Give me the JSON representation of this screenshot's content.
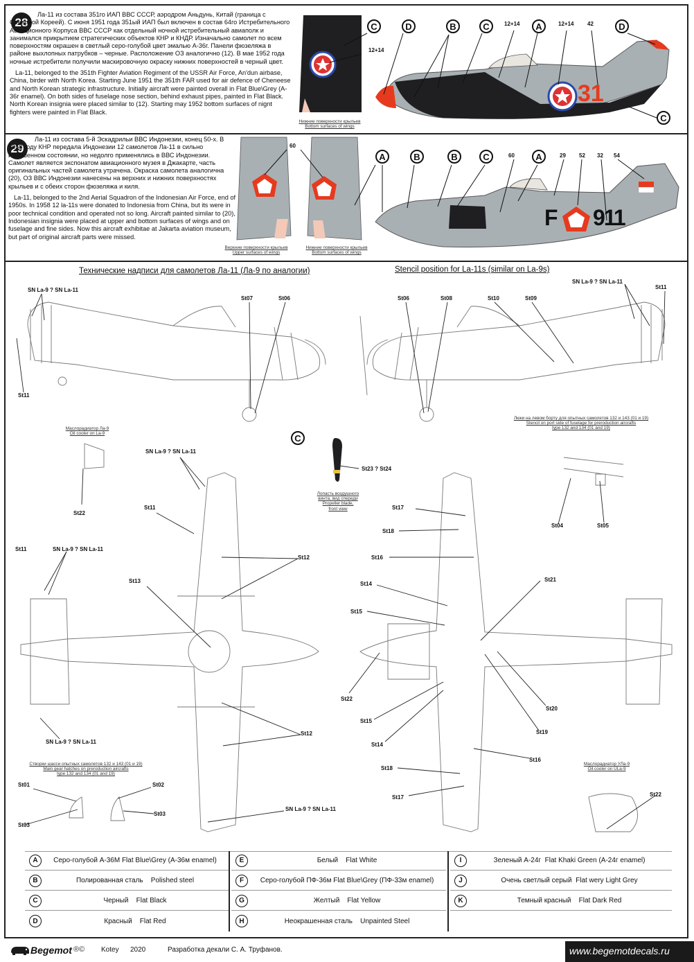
{
  "profiles": [
    {
      "number": "28",
      "text_ru": "Ла-11 из состава 351го ИАП ВВС СССР, аэродром Аньдунь, Китай (граница с Северной Кореей). С июня 1951 года 351ый ИАП был включен в состав 64го Истребительного Авиационного Корпуса ВВС СССР как отдельный ночной истребительный авиаполк и занимался прикрытием стратегических объектов КНР и КНДР. Изначально самолет по всем поверхностям окрашен в светлый серо-голубой цвет эмалью А-36г. Панели фюзеляжа в районе выхлопных патрубков – черные. Расположение ОЗ аналогично (12). В мае 1952 года ночные истребители получили маскировочную окраску нижних поверхностей в черный цвет.",
      "text_en": "La-11, belonged to the 351th Fighter Aviation Regiment of the USSR Air Force, An'dun airbase, China, birder with North Korea. Starting June 1951 the 351th FAR used for air defence of Cheneese and North Korean strategic infrastructure. Initially aircraft were painted overall in Flat Blue\\Grey (A-36г enamel). On both sides of fuselage nose section, behind exhaust pipes, painted in Flat Black. North Korean insignia were placed similar to (12). Starting may 1952 bottom surfaces of nignt fighters were painted in Flat Black.",
      "wing_caption": "Нижние поверхности крыльев\nBottom surfaces of wings",
      "callouts": [
        "C",
        "D",
        "B",
        "C",
        "A",
        "D",
        "C"
      ],
      "numbers": [
        "12+14",
        "12+14",
        "12+14",
        "42"
      ],
      "fuselage_code": "31"
    },
    {
      "number": "29",
      "text_ru": "Ла-11 из состава 5-й Эскадрильи ВВС Индонезии, конец 50-х. В 1958 году КНР передала Индонезии 12 самолетов Ла-11 в сильно изношенном состоянии, но недолго применялись в ВВС Индонезии. Самолет является экспонатом авиационного музея в Джакарте, часть оригинальных частей самолета утрачена. Окраска самолета аналогична (20), ОЗ ВВС Индонезии нанесены на верхних и нижних поверхностях крыльев и с обеих сторон фюзеляжа и киля.",
      "text_en": "La-11, belonged to the 2nd Aerial Squadron of the Indonesian Air Force, end of 1950s. In 1958 12 la-11s were donated to Indonesia from China, but its were in poor technical condition and operated not so long. Aircraft painted similar to (20), Indonesian insignia were placed at upper and bottom surfaces of wings and on fuselage and fine sides. Now this aircraft exhibitae at Jakarta aviation museum, but part of original aircraft parts were missed.",
      "upper_caption": "Верхние поверхности крыльев\nUpper surfaces of wings",
      "lower_caption": "Нижние поверхности крыльев\nBottom surfaces of wings",
      "callouts": [
        "A",
        "B",
        "B",
        "C",
        "A"
      ],
      "numbers": [
        "60",
        "60",
        "29",
        "52",
        "32",
        "54"
      ],
      "fuselage_code_left": "F",
      "fuselage_code_right": "911"
    }
  ],
  "stencils": {
    "title_ru": "Технические надписи для самолетов Ла-11 (Ла-9 по аналогии)",
    "title_en": "Stencil position for  La-11s (similar on La-9s)",
    "sn": "SN La-9 ? SN La-11",
    "labels": {
      "st01": "St01",
      "st02": "St02",
      "st03": "St03",
      "st04": "St04",
      "st05": "St05",
      "st06": "St06",
      "st07": "St07",
      "st08": "St08",
      "st09": "St09",
      "st10": "St10",
      "st11": "St11",
      "st12": "St12",
      "st13": "St13",
      "st14": "St14",
      "st15": "St15",
      "st16": "St16",
      "st17": "St17",
      "st18": "St18",
      "st19": "St19",
      "st20": "St20",
      "st21": "St21",
      "st22": "St22",
      "st23_24": "St23 ? St24"
    },
    "captions": {
      "oil_la9": "Маслорадиатор Ла-9\nOil cooler on La-9",
      "oil_ula9": "Маслорадиатор УЛа-9\nOil cooler on ULa-9",
      "hatches": "Люки на левом борту для опытных самолетов 132 и 143 (01 и 19)\nStencil on port side of fuselage for preroduction aircrafts\ntype 132 and 134 (01 and 19)",
      "gear": "Створки шасси опытных самолетов 132 и 143 (01 и 19)\nMain gear hatches on preroduction aircrafts\ntype 132 and 134 (01 and 19)",
      "prop": "Лопасть воздушного\nвинта, вид спереди\nPropeller blade,\nfront view",
      "prop_letter": "C"
    }
  },
  "legend": [
    {
      "key": "A",
      "ru": "Серо-голубой А-36М",
      "en": "Flat Blue\\Grey (А-36м enamel)"
    },
    {
      "key": "B",
      "ru": "Полированная сталь",
      "en": "Polished steel"
    },
    {
      "key": "C",
      "ru": "Черный",
      "en": "Flat Black"
    },
    {
      "key": "D",
      "ru": "Красный",
      "en": "Flat Red"
    },
    {
      "key": "E",
      "ru": "Белый",
      "en": "Flat White"
    },
    {
      "key": "F",
      "ru": "Серо-голубой ПФ-36м",
      "en": "Flat Blue\\Grey (ПФ-33м enamel)"
    },
    {
      "key": "G",
      "ru": "Желтый",
      "en": "Flat Yellow"
    },
    {
      "key": "H",
      "ru": "Неокрашенная сталь",
      "en": "Unpainted Steel"
    },
    {
      "key": "I",
      "ru": "Зеленый А-24г",
      "en": "Flat Khaki Green (А-24г enamel)"
    },
    {
      "key": "J",
      "ru": "Очень светлый серый",
      "en": "Flat wery Light Grey"
    },
    {
      "key": "K",
      "ru": "Темный красный",
      "en": "Flat Dark Red"
    }
  ],
  "footer": {
    "brand": "Begemot",
    "marks": "®©",
    "author": "Kotey",
    "year": "2020",
    "credit": "Разработка декали С. А. Труфанов.",
    "url": "www.begemotdecals.ru"
  },
  "colors": {
    "grey": "#a9b0b3",
    "black": "#1f1f22",
    "red": "#e63a1f",
    "accent_bar": "#1a1a1a"
  }
}
